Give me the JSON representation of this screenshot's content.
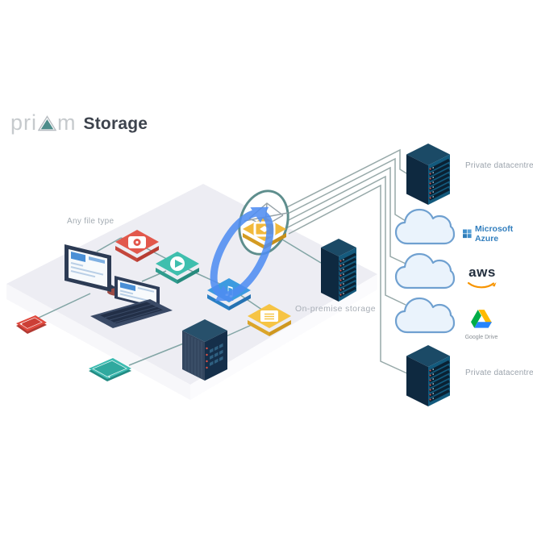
{
  "logo": {
    "part1": "pri",
    "part2": "m",
    "product": "Storage"
  },
  "labels": {
    "any_file_type": "Any file type",
    "on_premise": "On-premise storage"
  },
  "destinations": {
    "private_top": "Private datacentre",
    "azure": "Microsoft Azure",
    "aws": "aws",
    "gdrive": "Google Drive",
    "private_bottom": "Private datacentre"
  },
  "file_tiles": [
    {
      "type": "photo",
      "color": "#e2584c"
    },
    {
      "type": "video",
      "color": "#3fbfae"
    },
    {
      "type": "audio",
      "color": "#3d9be0"
    },
    {
      "type": "document",
      "color": "#f6c445"
    },
    {
      "type": "mail",
      "color": "#f2b93b"
    }
  ],
  "colors": {
    "logo_triangle": "#4d8d8b",
    "logo_light_text": "#c6cacd",
    "logo_bold_text": "#3d434d",
    "connector_line": "#97a9a9",
    "platform_top": "#ededf3",
    "sync_arrow": "#4f8df2",
    "server_dark": "#0e2940",
    "server_front": "#135a7d",
    "cloud_fill": "#eaf3fc",
    "cloud_stroke": "#6fa0d0",
    "azure_blue": "#337fbe",
    "aws_dark": "#232f3e",
    "aws_orange": "#f79400",
    "gdrive_green": "#00ac47",
    "gdrive_yellow": "#ffba00",
    "gdrive_blue": "#2684fc",
    "label_gray": "#9ba3ac"
  }
}
